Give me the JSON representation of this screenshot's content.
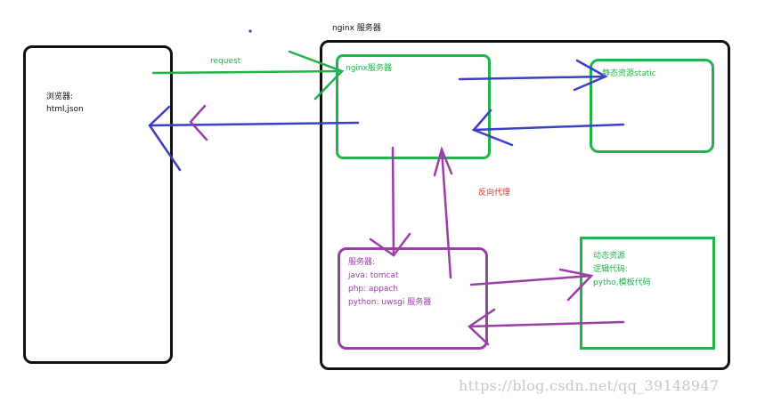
{
  "labels": {
    "server_title": "nginx 服务器",
    "browser_title": "浏览器:",
    "browser_formats": "html,json",
    "nginx_inner": "nginx服务器",
    "static_resource": "静态资源static",
    "request": "request",
    "reverse_proxy": "反向代理",
    "app_server_title": "服务器:",
    "app_java": "java: tomcat",
    "app_php": "php: appach",
    "app_python": "python: uwsgi 服务器",
    "dynamic_title": "动态资源",
    "dynamic_logic": "逻辑代码:",
    "dynamic_python": "pytho,模板代码"
  },
  "watermark": "https://blog.csdn.net/qq_39148947",
  "colors": {
    "green": "#22b34a",
    "blue": "#3a3fc4",
    "purple": "#9b3fa8",
    "red": "#e03030",
    "black": "#111111"
  }
}
